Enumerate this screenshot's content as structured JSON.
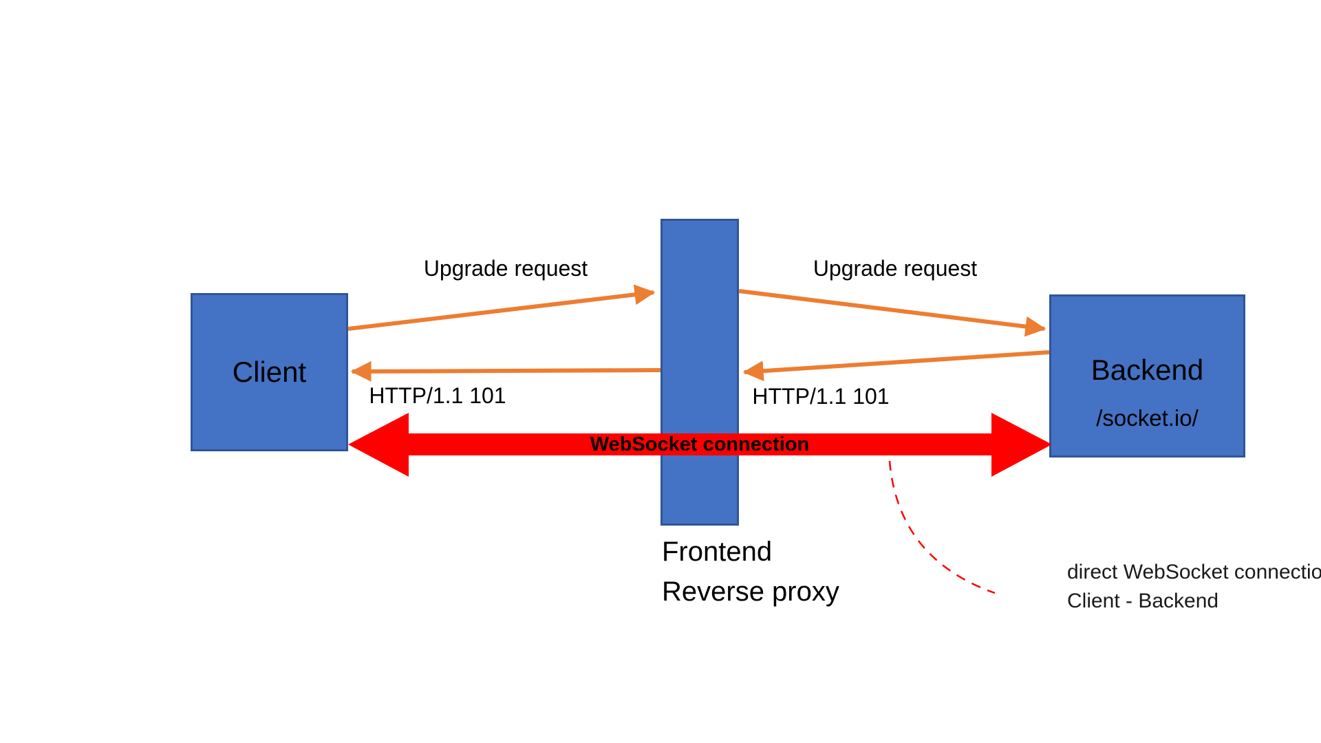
{
  "diagram": {
    "background": "#FFFFFF",
    "nodes": {
      "client": {
        "label": "Client"
      },
      "proxy": {
        "label_line1": "Frontend",
        "label_line2": "Reverse proxy"
      },
      "backend": {
        "label": "Backend",
        "path": "/socket.io/"
      }
    },
    "messages": {
      "upgrade_request_left": "Upgrade request",
      "upgrade_request_right": "Upgrade request",
      "http_response_left": "HTTP/1.1 101",
      "http_response_right": "HTTP/1.1 101",
      "websocket_connection": "WebSocket connection"
    },
    "callout": {
      "line1": "direct WebSocket connection",
      "line2": "Client - Backend"
    },
    "colors": {
      "node_fill": "#4472C4",
      "node_border": "#2F5597",
      "orange_arrow": "#ED7D31",
      "red_arrow": "#FF0000",
      "callout_red": "#FF0000",
      "text": "#000000"
    }
  }
}
